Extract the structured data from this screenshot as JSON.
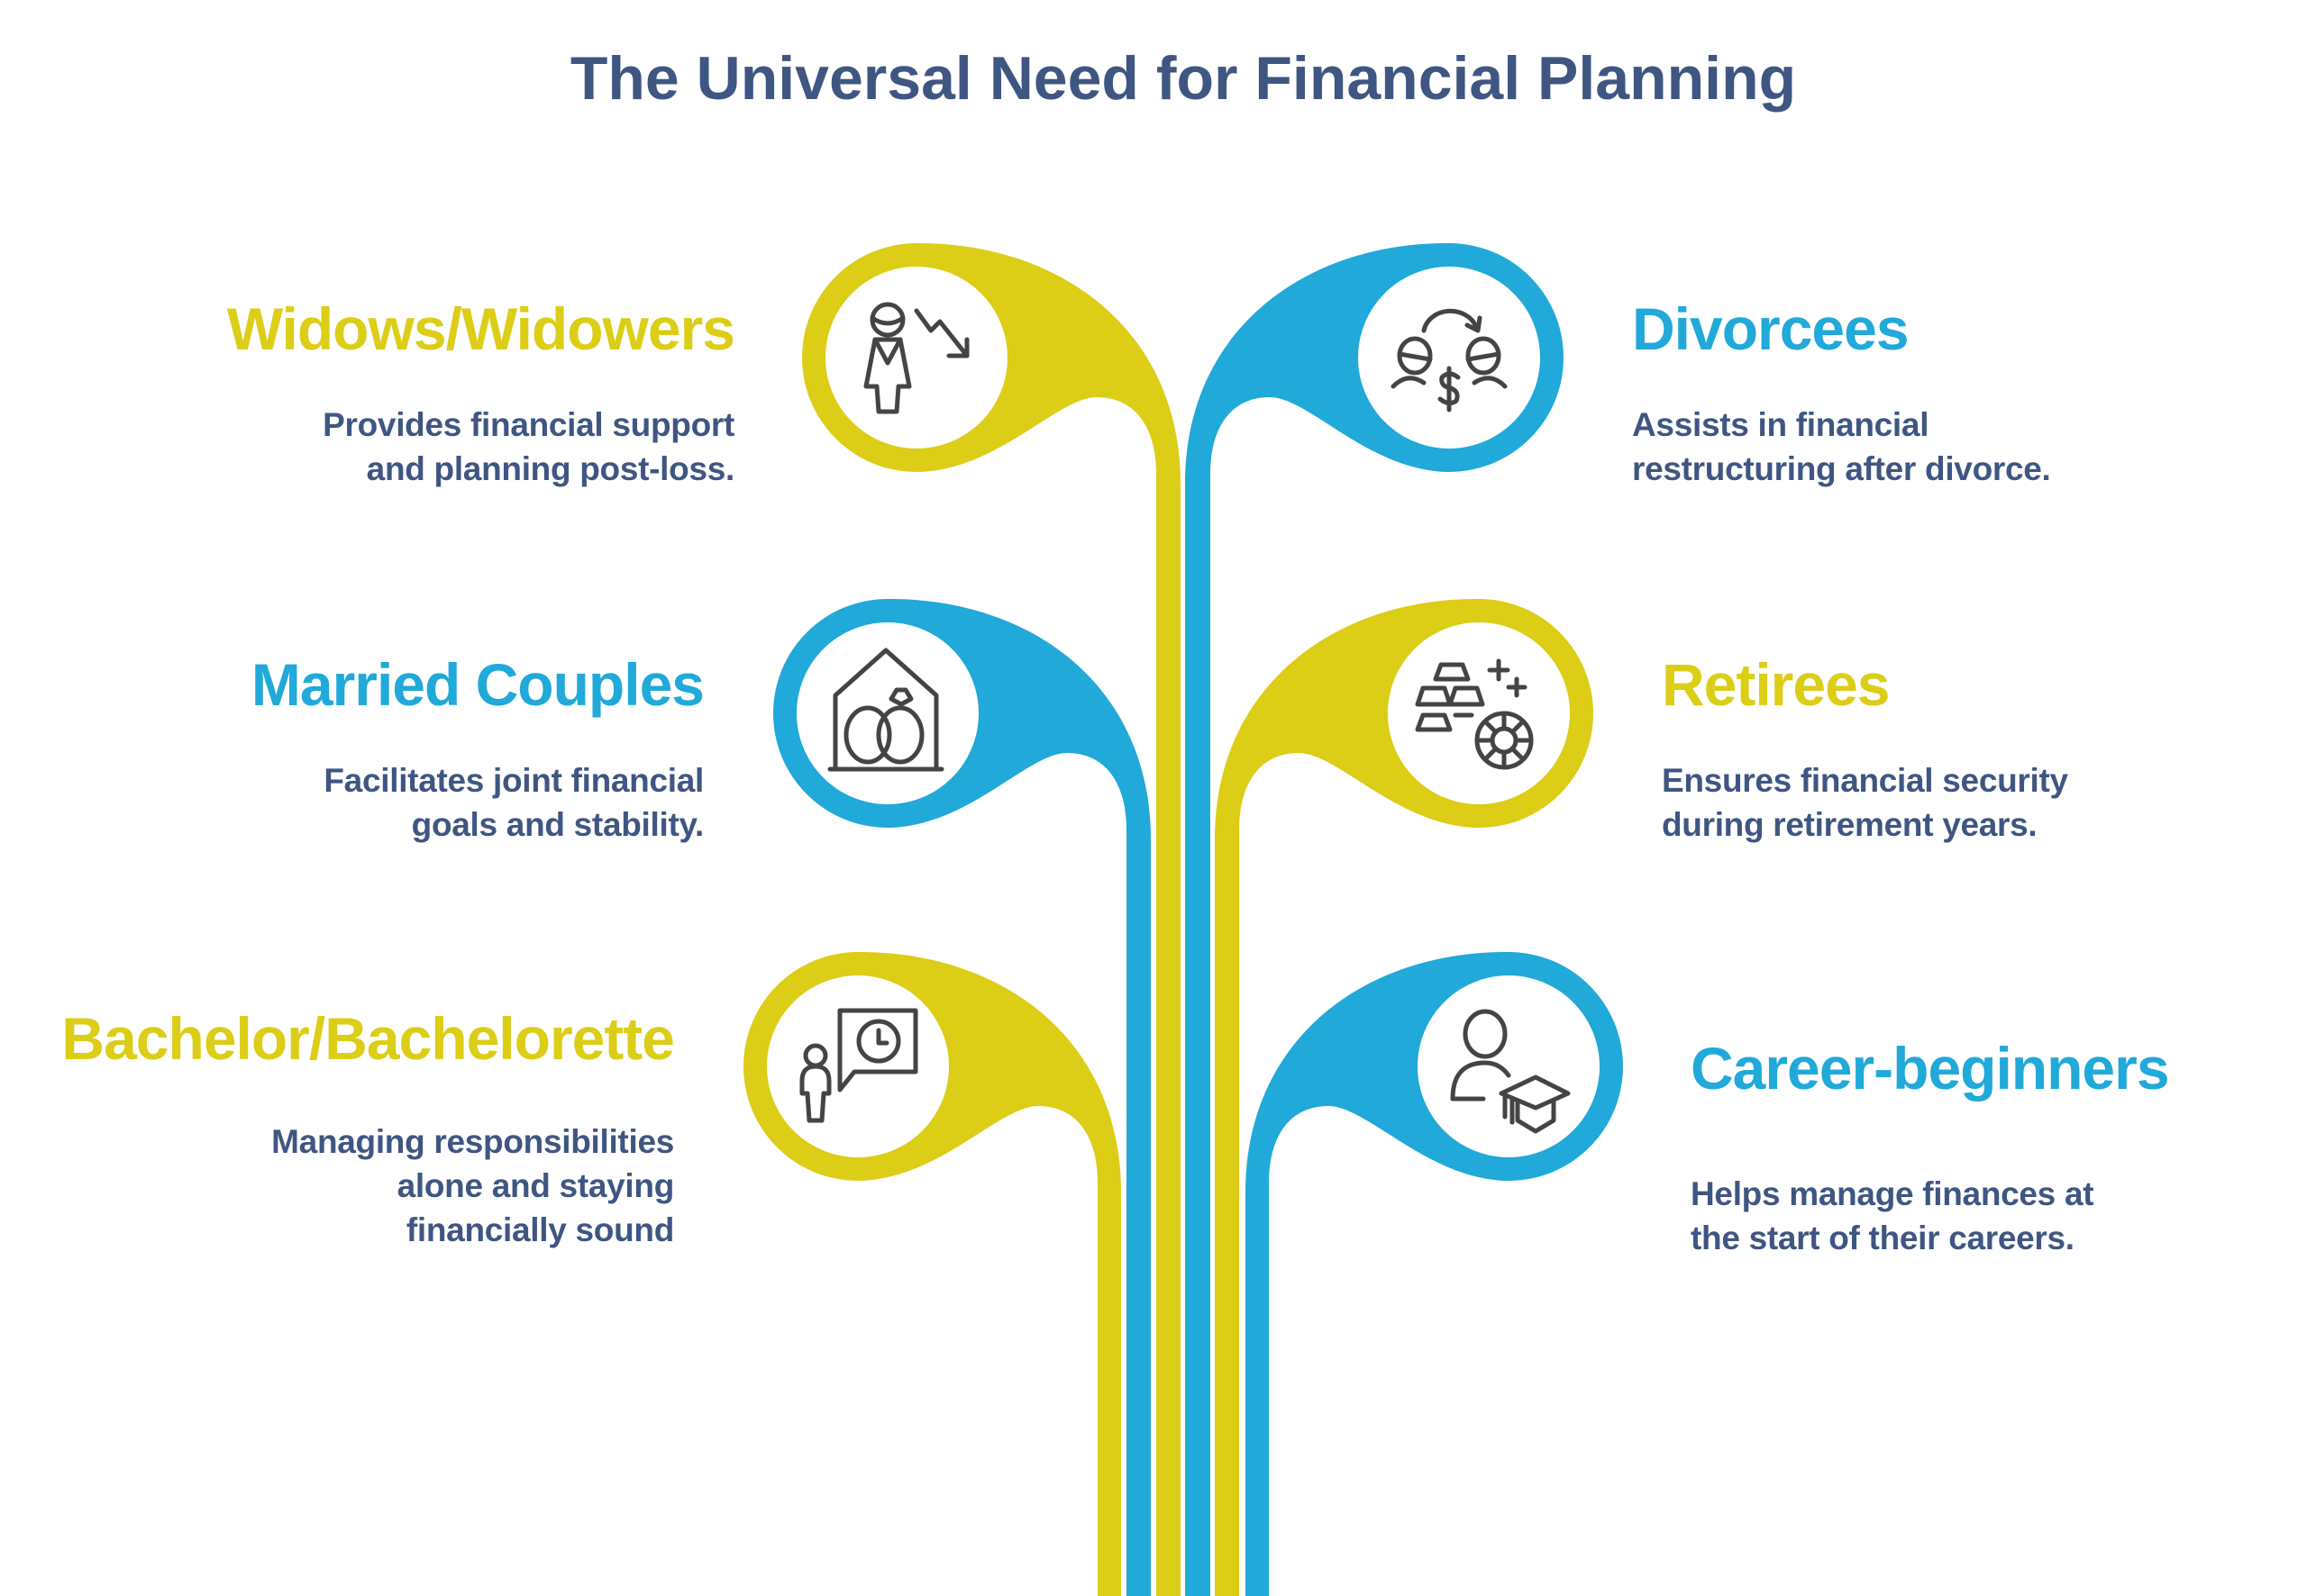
{
  "title": "The Universal Need for Financial Planning",
  "colors": {
    "yellow": "#DCCD17",
    "blue": "#20A9D9",
    "text": "#3F5682",
    "icon": "#444444"
  },
  "groups": [
    {
      "name": "Widows/Widowers",
      "desc": [
        "Provides financial support",
        "and planning post-loss."
      ],
      "icon": "widow-declining-chart-icon",
      "color": "yellow"
    },
    {
      "name": "Divorcees",
      "desc": [
        "Assists in financial",
        "restructuring after divorce."
      ],
      "icon": "divorce-money-split-icon",
      "color": "blue"
    },
    {
      "name": "Married Couples",
      "desc": [
        "Facilitates joint financial",
        "goals and stability."
      ],
      "icon": "house-wedding-rings-icon",
      "color": "blue"
    },
    {
      "name": "Retirees",
      "desc": [
        "Ensures financial security",
        "during retirement years."
      ],
      "icon": "gold-bars-coin-icon",
      "color": "yellow"
    },
    {
      "name": "Bachelor/Bachelorette",
      "desc": [
        "Managing responsibilities",
        "alone and staying",
        "financially sound"
      ],
      "icon": "person-clock-bubble-icon",
      "color": "yellow"
    },
    {
      "name": "Career-beginners",
      "desc": [
        "Helps manage finances at",
        "the start of their careers."
      ],
      "icon": "graduate-person-icon",
      "color": "blue"
    }
  ]
}
